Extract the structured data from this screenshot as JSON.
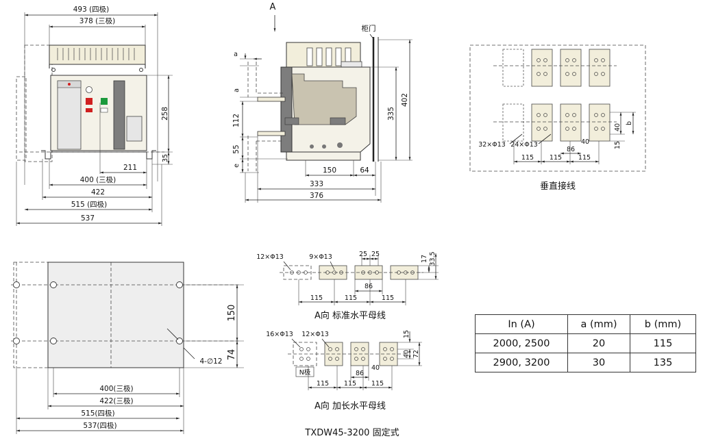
{
  "colors": {
    "body": "#f2eedb",
    "dark_body": "#c9c3b0",
    "panel": "#e6e6e6",
    "base_plate": "#f3f1e6",
    "gray": "#7d7d7d",
    "red": "#d02020",
    "green": "#1c9a3c"
  },
  "front_view": {
    "dim_total_4p": "493 (四极)",
    "dim_total_3p": "378 (三极)",
    "dim_height": "258",
    "dim_foot": "35",
    "dim_offset": "211",
    "dim_400": "400 (三极)",
    "dim_422": "422",
    "dim_515": "515 (四极)",
    "dim_537": "537"
  },
  "side_view": {
    "view_label": "A",
    "door_label": "柜门",
    "dim_a_top": "a",
    "dim_a_mid": "a",
    "dim_112": "112",
    "dim_55": "55",
    "dim_e": "e",
    "dim_150": "150",
    "dim_64": "64",
    "dim_333": "333",
    "dim_376": "376",
    "dim_335": "335",
    "dim_402": "402"
  },
  "vertical_wiring": {
    "caption": "垂直接线",
    "holes_a": "32×Φ13",
    "holes_b": "24×Φ13",
    "dim_115_1": "115",
    "dim_115_2": "115",
    "dim_115_3": "115",
    "dim_86": "86",
    "dim_40_h": "40",
    "dim_40_v": "40",
    "dim_15": "15",
    "dim_b": "b"
  },
  "mounting_plan": {
    "dim_150": "150",
    "dim_74": "74",
    "holes": "4-∅12",
    "dim_400": "400(三极)",
    "dim_422": "422(三极)",
    "dim_515": "515(四极)",
    "dim_537": "537(四极)"
  },
  "horizontal_standard": {
    "caption": "A向 标准水平母线",
    "holes_a": "12×Φ13",
    "holes_b": "9×Φ13",
    "dim_25a": "25",
    "dim_25b": "25",
    "dim_17": "17",
    "dim_33_5": "33.5",
    "dim_115_1": "115",
    "dim_115_2": "115",
    "dim_115_3": "115",
    "dim_86": "86"
  },
  "horizontal_extended": {
    "caption": "A向 加长水平母线",
    "holes_a": "16×Φ13",
    "holes_b": "12×Φ13",
    "n_pole": "N极",
    "dim_15": "15",
    "dim_40_v": "40",
    "dim_72": "72",
    "dim_86": "86",
    "dim_40_h": "40",
    "dim_115_1": "115",
    "dim_115_2": "115",
    "dim_115_3": "115"
  },
  "table": {
    "headers": [
      "In (A)",
      "a (mm)",
      "b (mm)"
    ],
    "rows": [
      [
        "2000, 2500",
        "20",
        "115"
      ],
      [
        "2900, 3200",
        "30",
        "135"
      ]
    ]
  },
  "title": "TXDW45-3200 固定式"
}
